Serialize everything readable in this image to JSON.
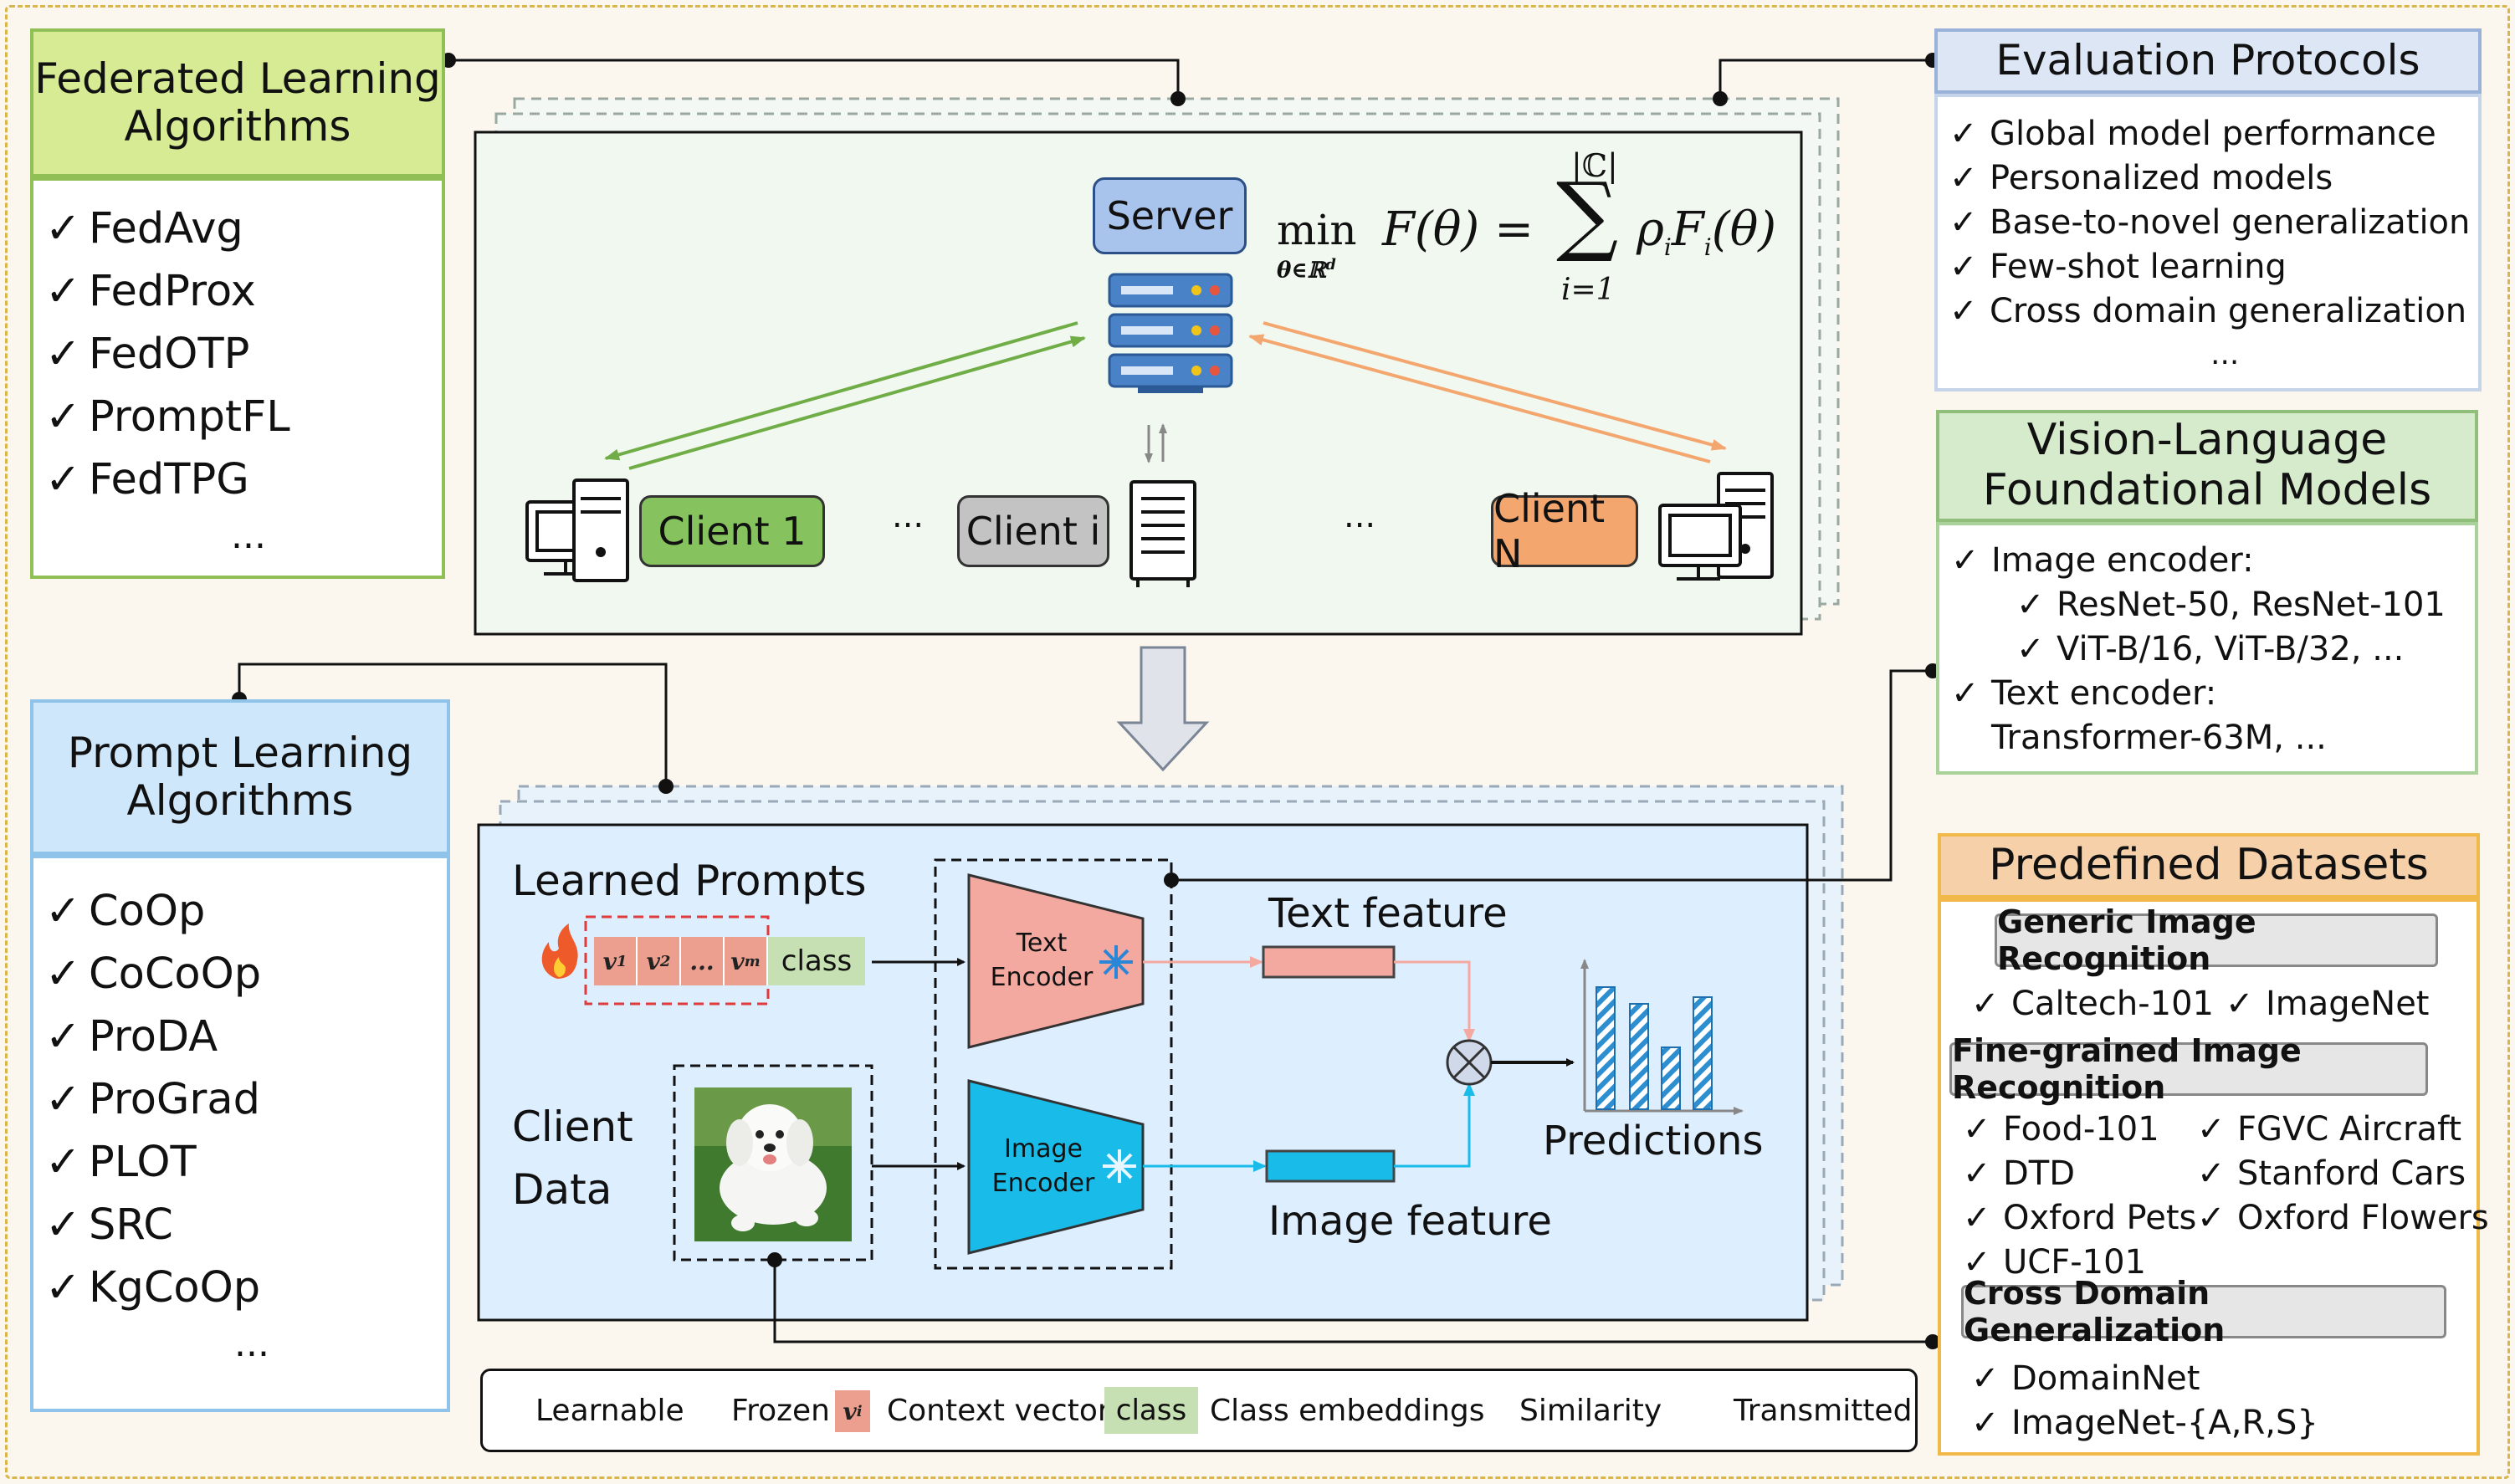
{
  "federated": {
    "title": "Federated Learning\nAlgorithms",
    "items": [
      "FedAvg",
      "FedProx",
      "FedOTP",
      "PromptFL",
      "FedTPG"
    ],
    "more": "..."
  },
  "prompt_learning": {
    "title": "Prompt Learning\nAlgorithms",
    "items": [
      "CoOp",
      "CoCoOp",
      "ProDA",
      "ProGrad",
      "PLOT",
      "SRC",
      "KgCoOp"
    ],
    "more": "..."
  },
  "evaluation": {
    "title": "Evaluation Protocols",
    "items": [
      "Global model performance",
      "Personalized models",
      "Base-to-novel generalization",
      "Few-shot learning",
      "Cross domain generalization"
    ],
    "more": "..."
  },
  "vlm": {
    "title": "Vision-Language\nFoundational Models",
    "image_encoder": "Image encoder:",
    "image_models_1": "ResNet-50, ResNet-101",
    "image_models_2": "ViT-B/16, ViT-B/32, ...",
    "text_encoder": "Text encoder:",
    "text_models": "Transformer-63M, ..."
  },
  "datasets": {
    "title": "Predefined Datasets",
    "generic": {
      "title": "Generic Image Recognition",
      "items": [
        "Caltech-101",
        "ImageNet"
      ]
    },
    "fine": {
      "title": "Fine-grained Image Recognition",
      "left": [
        "Food-101",
        "DTD",
        "Oxford Pets",
        "UCF-101"
      ],
      "right": [
        "FGVC Aircraft",
        "Stanford Cars",
        "Oxford Flowers"
      ]
    },
    "cross": {
      "title": "Cross Domain Generalization",
      "items": [
        "DomainNet",
        "ImageNet-{A,R,S}"
      ]
    }
  },
  "federation": {
    "server": "Server",
    "client_1": "Client 1",
    "client_i": "Client i",
    "client_n": "Client N",
    "dots": "...",
    "objective": {
      "min": "min",
      "sub": "θ∈ℝ",
      "sub_sup": "d",
      "lhs": "F(θ) =",
      "sum_top": "|ℂ|",
      "sum": "∑",
      "sum_bottom": "i=1",
      "rhs_1": "ρ",
      "rhs_2": "F",
      "rhs_3": "(θ)",
      "idx": "i"
    }
  },
  "pipeline": {
    "learned_prompts": "Learned Prompts",
    "tokens": [
      "v",
      "v",
      "...",
      "v"
    ],
    "token_subs": [
      "1",
      "2",
      "",
      "m"
    ],
    "class_token": "class",
    "text_encoder": "Text\nEncoder",
    "image_encoder": "Image\nEncoder",
    "text_feature": "Text feature",
    "image_feature": "Image feature",
    "client_data": "Client\nData",
    "predictions": "Predictions"
  },
  "legend": {
    "learnable": "Learnable",
    "frozen": "Frozen",
    "context_token": "v",
    "context_sub": "i",
    "context": "Context vectors",
    "class_token": "class",
    "class_embeddings": "Class embeddings",
    "similarity": "Similarity",
    "transmitted": "Transmitted"
  },
  "colors": {
    "green": "#70ad47",
    "orange": "#f4a66f",
    "salmon": "#f4a9a0",
    "cyan": "#19bce9",
    "blue_panel": "#ddeeff",
    "green_panel": "#eef6ec"
  }
}
